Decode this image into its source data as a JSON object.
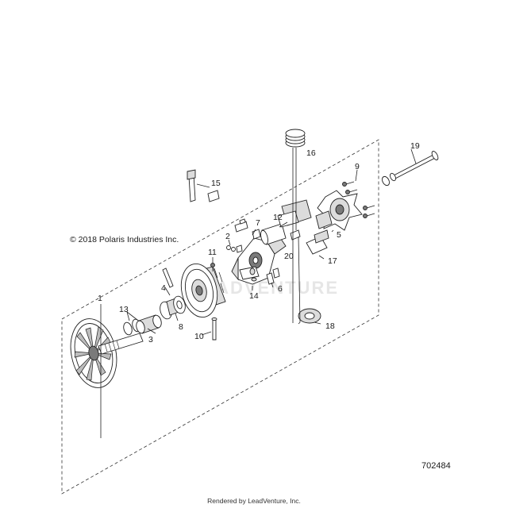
{
  "diagram": {
    "copyright": "© 2018 Polaris Industries Inc.",
    "part_number": "702484",
    "footer": "Rendered by LeadVenture, Inc.",
    "watermark": "LEADVENTURE",
    "callouts": {
      "c1": "1",
      "c2": "2",
      "c3": "3",
      "c4": "4",
      "c5": "5",
      "c6": "6",
      "c7": "7",
      "c8": "8",
      "c9": "9",
      "c10": "10",
      "c11": "11",
      "c12": "12",
      "c13": "13",
      "c14": "14",
      "c15": "15",
      "c16": "16",
      "c17": "17",
      "c18": "18",
      "c19": "19",
      "c20": "20"
    }
  }
}
